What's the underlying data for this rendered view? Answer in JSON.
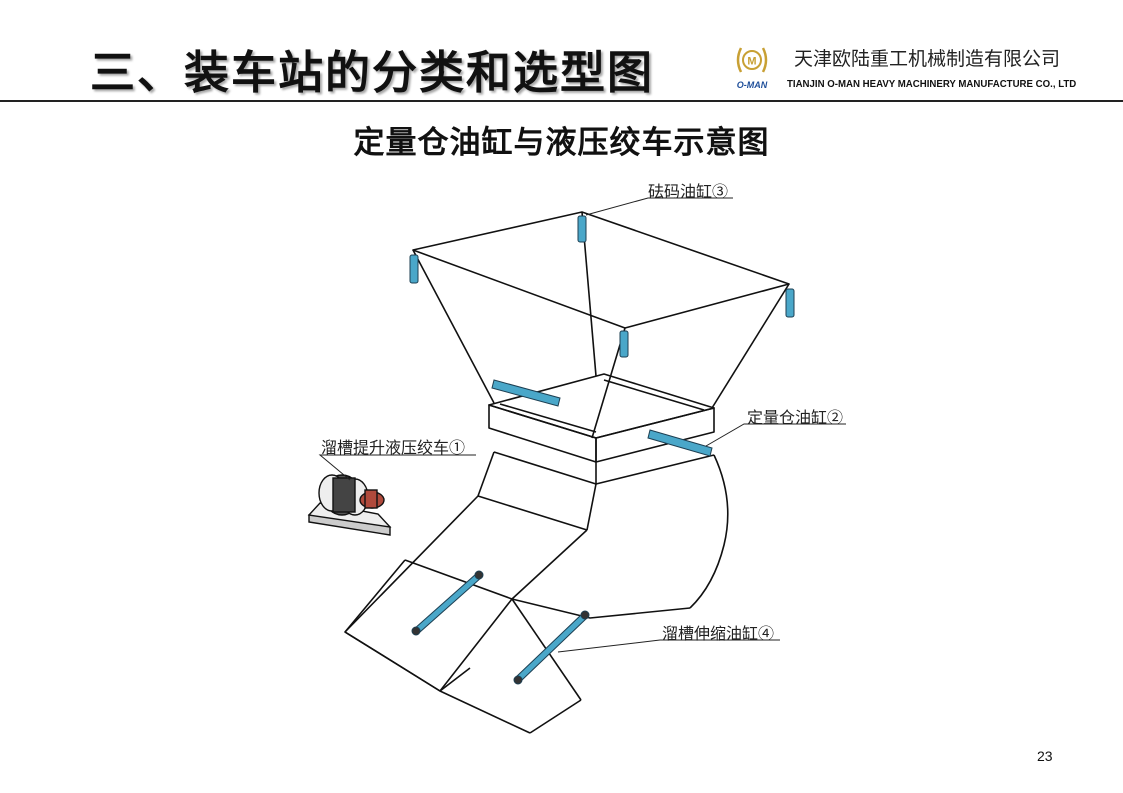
{
  "header": {
    "title": "三、装车站的分类和选型图",
    "company_cn": "天津欧陆重工机械制造有限公司",
    "company_en": "TIANJIN O-MAN HEAVY MACHINERY MANUFACTURE CO., LTD",
    "logo_text": "O-MAN",
    "logo_letter": "M"
  },
  "diagram": {
    "title": "定量仓油缸与液压绞车示意图",
    "labels": {
      "weight_cylinder": "砝码油缸③",
      "bin_cylinder": "定量仓油缸②",
      "chute_winch": "溜槽提升液压绞车①",
      "chute_telescopic_cylinder": "溜槽伸缩油缸④"
    }
  },
  "colors": {
    "cylinder": "#4aa7c9",
    "winch_motor": "#b04a3c",
    "logo_gold": "#c8a034",
    "logo_blue": "#1f4f9a"
  },
  "footer": {
    "page_number": "23"
  }
}
